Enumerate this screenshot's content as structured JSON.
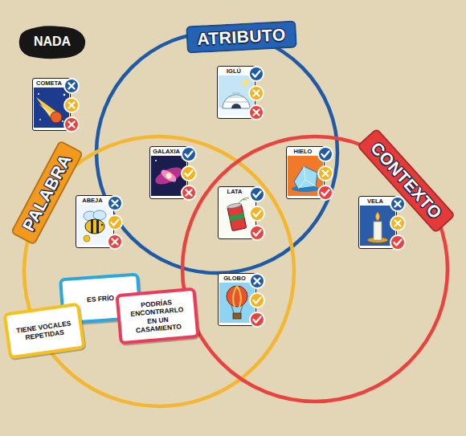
{
  "diagram": {
    "nodes": [
      {
        "text": [
          "NADA"
        ]
      },
      {
        "text": [
          "COMETA"
        ]
      },
      {
        "text": [
          "ATRIBUTO"
        ]
      },
      {
        "text": [
          "IGLÚ"
        ],
        "in": 2
      },
      {
        "text": [
          "PALABRA"
        ]
      },
      {
        "text": [
          "CONTEXTO"
        ]
      },
      {
        "text": [
          "GALAXIA"
        ]
      },
      {
        "text": [
          "HIELO"
        ]
      },
      {
        "text": [
          "ABEJA"
        ],
        "in": 4
      },
      {
        "text": [
          "LATA"
        ]
      },
      {
        "text": [
          "VELA"
        ],
        "in": 5
      },
      {
        "text": [
          "GLOBO"
        ]
      },
      {
        "text": [
          "ES FRÍO"
        ]
      },
      {
        "text": [
          "TIENE VOCALES REPETIDAS"
        ]
      },
      {
        "text": [
          "PODRÍAS ENCONTRARLO EN UN CASAMIENTO"
        ]
      }
    ]
  }
}
